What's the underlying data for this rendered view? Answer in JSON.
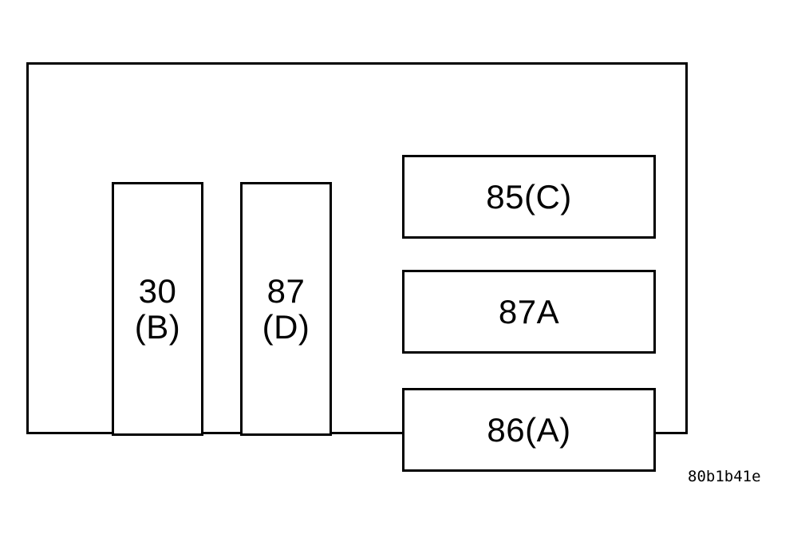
{
  "diagram": {
    "kind": "relay-terminal-layout",
    "caption": "80b1b41e",
    "frame": {
      "stroke_color": "#000000",
      "fill_color": "#ffffff"
    },
    "left_terminals": [
      {
        "id": "terminal-30",
        "number": "30",
        "letter": "(B)",
        "label": "30\n(B)"
      },
      {
        "id": "terminal-87",
        "number": "87",
        "letter": "(D)",
        "label": "87\n(D)"
      }
    ],
    "right_terminals": [
      {
        "id": "terminal-85",
        "number": "85",
        "letter": "(C)",
        "label": "85(C)"
      },
      {
        "id": "terminal-87a",
        "number": "87A",
        "letter": "",
        "label": "87A"
      },
      {
        "id": "terminal-86",
        "number": "86",
        "letter": "(A)",
        "label": "86(A)"
      }
    ]
  }
}
